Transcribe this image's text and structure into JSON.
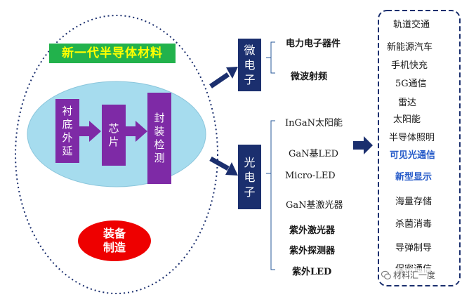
{
  "title": "新一代半导体材料",
  "process_steps": [
    {
      "chars": [
        "衬",
        "底",
        "外",
        "延"
      ]
    },
    {
      "chars": [
        "芯",
        "片"
      ]
    },
    {
      "chars": [
        "封",
        "装",
        "检",
        "测"
      ]
    }
  ],
  "equipment": {
    "line1": "装备",
    "line2": "制造"
  },
  "branches": [
    {
      "chars": [
        "微",
        "电",
        "子"
      ]
    },
    {
      "chars": [
        "光",
        "电",
        "子"
      ]
    }
  ],
  "micro_items": [
    "电力电子器件",
    "微波射频"
  ],
  "opto_items": [
    "InGaN太阳能",
    "GaN基LED",
    "Micro-LED",
    "GaN基激光器",
    "紫外激光器",
    "紫外探测器",
    "紫外LED"
  ],
  "applications": [
    "轨道交通",
    "新能源汽车",
    "手机快充",
    "5G通信",
    "雷达",
    "太阳能",
    "半导体照明",
    "可见光通信",
    "新型显示",
    "海量存储",
    "杀菌消毒",
    "导弹制导",
    "保密通信"
  ],
  "watermark": "材料汇一度",
  "colors": {
    "title_bg": "#22b24c",
    "title_text": "#ffff00",
    "inner_ellipse": "#a6dcee",
    "process_box": "#7e2aa6",
    "branch_box": "#1b2f6e",
    "equipment": "#ee0000",
    "highlight_app": "#2258c8"
  }
}
